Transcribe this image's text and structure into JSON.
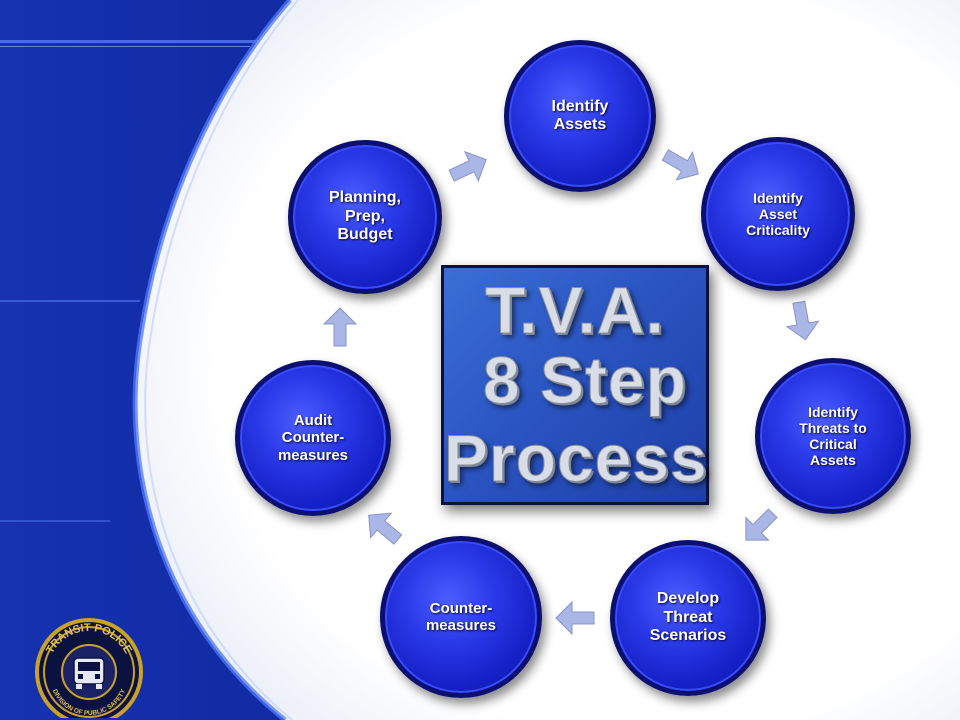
{
  "title": {
    "line1": "T.V.A.",
    "line2": "8 Step",
    "line3": "Process"
  },
  "steps": [
    {
      "label": "Identify\nAssets"
    },
    {
      "label": "Identify\nAsset\nCriticality"
    },
    {
      "label": "Identify\nThreats to\nCritical\nAssets"
    },
    {
      "label": "Develop\nThreat\nScenarios"
    },
    {
      "label": "Counter-\nmeasures"
    },
    {
      "label": "Audit\nCounter-\nmeasures"
    },
    {
      "label": "Planning,\nPrep,\nBudget"
    }
  ],
  "logo": {
    "top_text": "TRANSIT POLICE",
    "bottom_text": "DIVISION OF PUBLIC SAFETY"
  },
  "colors": {
    "circle_fill": "#2a39e8",
    "circle_border": "#0b1070",
    "title_box": "#2b55c2",
    "arrow": "#a9b6e6",
    "background_dark": "#0a1a5e",
    "background_light": "#ffffff",
    "logo_gold": "#c9a227"
  }
}
